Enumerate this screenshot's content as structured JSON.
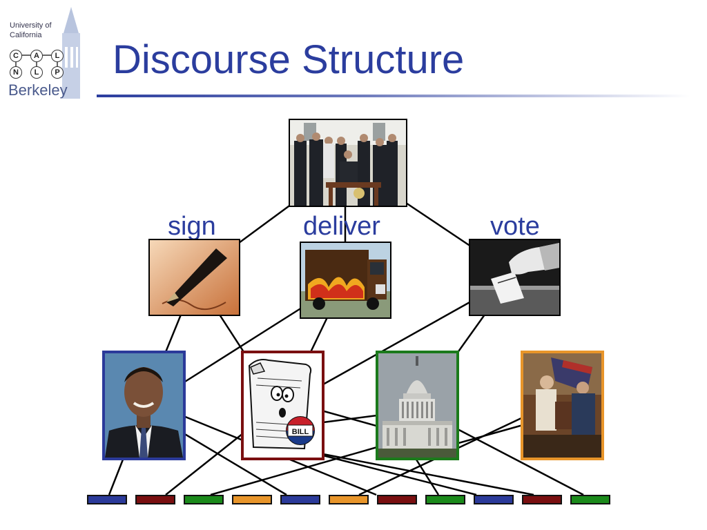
{
  "title": "Discourse Structure",
  "logo": {
    "institution": "University of California",
    "campus": "Berkeley",
    "nodes": [
      "C",
      "A",
      "L",
      "N",
      "L",
      "P"
    ]
  },
  "diagram": {
    "root": {
      "name": "signing-ceremony-photo"
    },
    "predicates": [
      {
        "label": "sign",
        "picture": "fountain-pen-photo"
      },
      {
        "label": "deliver",
        "picture": "delivery-truck-photo"
      },
      {
        "label": "vote",
        "picture": "ballot-box-photo"
      }
    ],
    "entities": [
      {
        "picture": "person-portrait-photo",
        "color": "#2b3a9a"
      },
      {
        "picture": "bill-cartoon-image",
        "color": "#7a0f10"
      },
      {
        "picture": "capitol-building-photo",
        "color": "#1b7a1b"
      },
      {
        "picture": "revolutionary-painting-image",
        "color": "#e8952a"
      }
    ],
    "tokens": [
      {
        "color": "#2b3a9a"
      },
      {
        "color": "#7a0f10"
      },
      {
        "color": "#1b8a1b"
      },
      {
        "color": "#e8952a"
      },
      {
        "color": "#2b3a9a"
      },
      {
        "color": "#e8952a"
      },
      {
        "color": "#7a0f10"
      },
      {
        "color": "#1b8a1b"
      },
      {
        "color": "#2b3a9a"
      },
      {
        "color": "#7a0f10"
      },
      {
        "color": "#1b8a1b"
      }
    ]
  }
}
